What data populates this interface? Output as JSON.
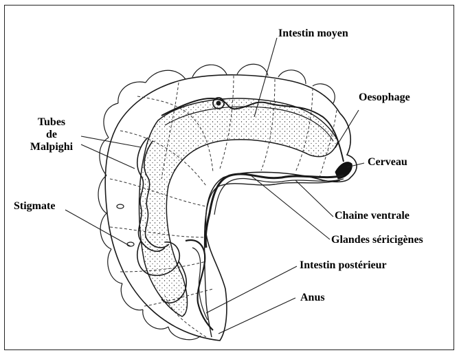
{
  "diagram": {
    "labels": {
      "intestin_moyen": "Intestin moyen",
      "oesophage": "Oesophage",
      "tubes_malpighi": [
        "Tubes",
        "de",
        "Malpighi"
      ],
      "cerveau": "Cerveau",
      "stigmate": "Stigmate",
      "chaine_ventrale": "Chaine ventrale",
      "glandes_sericigenes": "Glandes séricigènes",
      "intestin_posterieur": "Intestin postérieur",
      "anus": "Anus"
    },
    "colors": {
      "line": "#1a1a1a",
      "background": "#ffffff"
    }
  }
}
